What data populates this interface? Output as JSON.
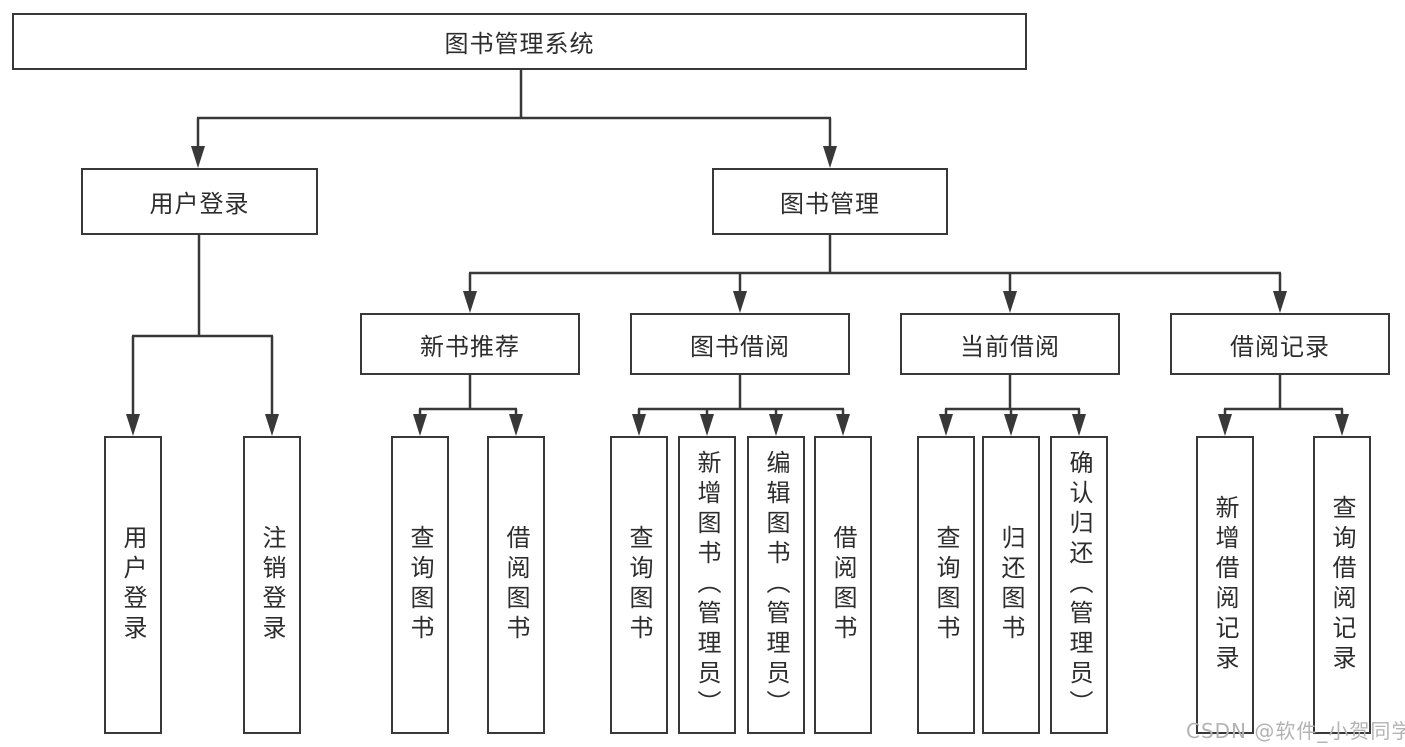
{
  "root": {
    "label": "图书管理系统"
  },
  "branches": [
    {
      "label": "用户登录",
      "children": [
        {
          "label": "用户登录"
        },
        {
          "label": "注销登录"
        }
      ]
    },
    {
      "label": "图书管理",
      "children": [
        {
          "label": "新书推荐",
          "children": [
            {
              "label": "查询图书"
            },
            {
              "label": "借阅图书"
            }
          ]
        },
        {
          "label": "图书借阅",
          "children": [
            {
              "label": "查询图书"
            },
            {
              "label": "新增图书（管理员）"
            },
            {
              "label": "编辑图书（管理员）"
            },
            {
              "label": "借阅图书"
            }
          ]
        },
        {
          "label": "当前借阅",
          "children": [
            {
              "label": "查询图书"
            },
            {
              "label": "归还图书"
            },
            {
              "label": "确认归还（管理员）"
            }
          ]
        },
        {
          "label": "借阅记录",
          "children": [
            {
              "label": "新增借阅记录"
            },
            {
              "label": "查询借阅记录"
            }
          ]
        }
      ]
    }
  ],
  "watermark": "CSDN @软件_小贺同学",
  "colors": {
    "line": "#383838",
    "text": "#2d2d2d",
    "background": "#ffffff",
    "watermark": "#b3b3b3"
  }
}
